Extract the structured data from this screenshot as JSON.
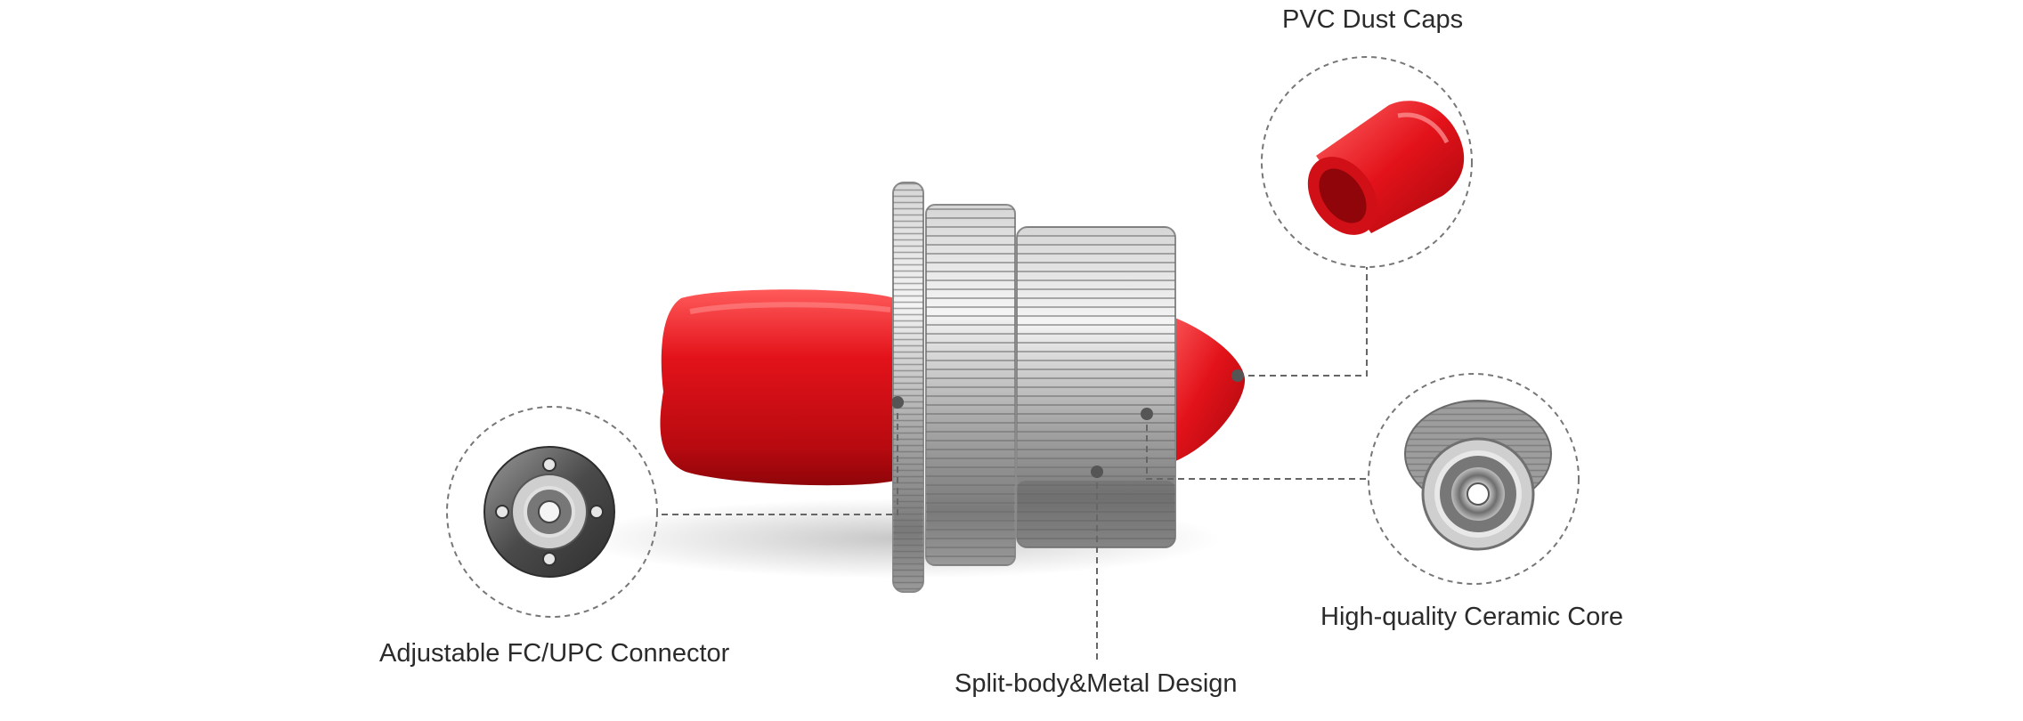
{
  "labels": {
    "dust_caps": "PVC Dust Caps",
    "ceramic_core": "High-quality Ceramic Core",
    "fc_connector": "Adjustable FC/UPC Connector",
    "metal_design": "Split-body&Metal Design"
  },
  "icons": {
    "main_product": "fiber-optic-attenuator-icon",
    "dust_cap": "red-dust-cap-icon",
    "ceramic_core": "ceramic-core-connector-icon",
    "fc_connector": "fc-upc-connector-face-icon"
  },
  "colors": {
    "cap_red": "#e0141b",
    "metal": "#b9b9b9",
    "callout_line": "#555555",
    "text": "#2b2b2b"
  }
}
